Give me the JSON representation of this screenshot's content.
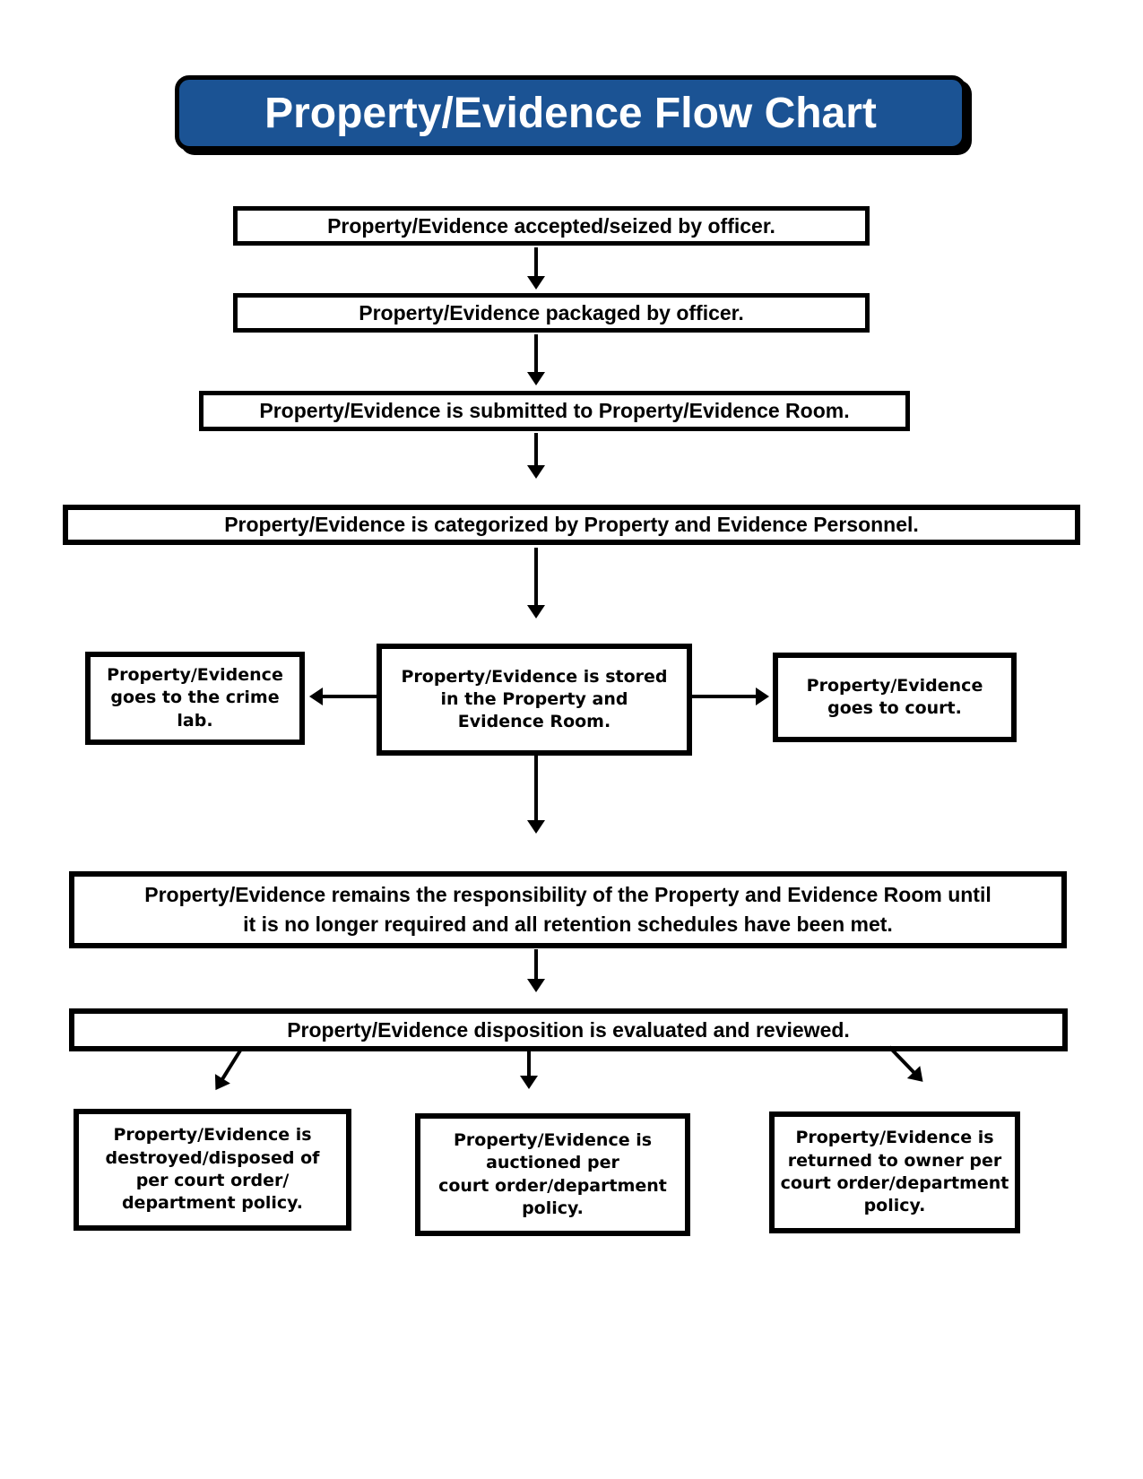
{
  "title": "Property/Evidence Flow Chart",
  "colors": {
    "title_bg": "#1b5394",
    "title_text": "#ffffff",
    "box_bg": "#ffffff",
    "box_border": "#000000",
    "arrow": "#000000",
    "text": "#000000"
  },
  "nodes": {
    "accepted": "Property/Evidence accepted/seized by officer.",
    "packaged": "Property/Evidence packaged by officer.",
    "submitted": "Property/Evidence is submitted to Property/Evidence Room.",
    "categorized": "Property/Evidence is categorized by Property and Evidence Personnel.",
    "crime_lab": "Property/Evidence\ngoes to the crime\nlab.",
    "stored": "Property/Evidence is stored\nin the Property and\nEvidence Room.",
    "court": "Property/Evidence\ngoes to court.",
    "responsibility": "Property/Evidence remains the responsibility of the Property and Evidence Room until\nit is no longer required and all retention schedules have been met.",
    "disposition": "Property/Evidence disposition is evaluated and reviewed.",
    "destroyed": "Property/Evidence is\ndestroyed/disposed of\nper court order/\ndepartment policy.",
    "auctioned": "Property/Evidence is\nauctioned per\ncourt order/department\npolicy.",
    "returned": "Property/Evidence is\nreturned to owner per\ncourt order/department\npolicy."
  },
  "edges": [
    {
      "from": "accepted",
      "to": "packaged"
    },
    {
      "from": "packaged",
      "to": "submitted"
    },
    {
      "from": "submitted",
      "to": "categorized"
    },
    {
      "from": "categorized",
      "to": "stored"
    },
    {
      "from": "stored",
      "to": "crime_lab"
    },
    {
      "from": "stored",
      "to": "court"
    },
    {
      "from": "stored",
      "to": "responsibility"
    },
    {
      "from": "responsibility",
      "to": "disposition"
    },
    {
      "from": "disposition",
      "to": "destroyed"
    },
    {
      "from": "disposition",
      "to": "auctioned"
    },
    {
      "from": "disposition",
      "to": "returned"
    }
  ]
}
